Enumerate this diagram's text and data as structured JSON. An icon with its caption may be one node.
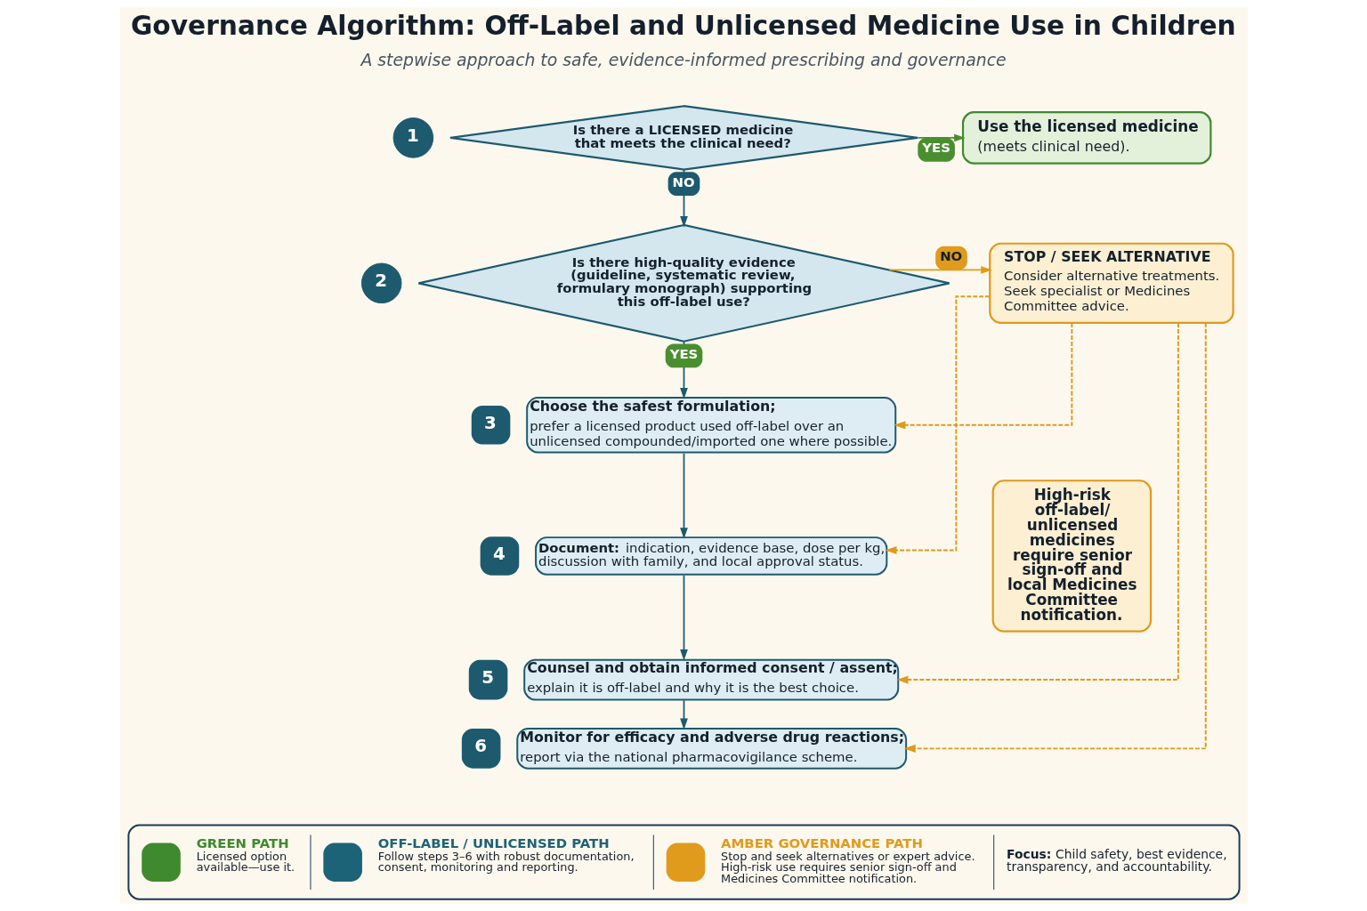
{
  "diagram": {
    "title": "Governance Algorithm: Off-Label and Unlicensed Medicine Use in Children",
    "nodes": [
      {
        "text": [
          "Is there a LICENSED medicine that meets the clinical need?"
        ],
        "beside": [
          "1"
        ]
      },
      {
        "text": [
          "Use the licensed medicine",
          "(meets clinical need)."
        ]
      },
      {
        "text": [
          "Is there high-quality evidence (guideline, systematic review, formulary monograph) supporting this off-label use?"
        ],
        "beside": [
          "2"
        ]
      },
      {
        "text": [
          "STOP / SEEK ALTERNATIVE",
          "Consider alternative treatments. Seek specialist or Medicines Committee advice."
        ]
      },
      {
        "text": [
          "Choose the safest formulation;",
          "prefer a licensed product used off-label over an unlicensed compounded/imported one where possible."
        ],
        "beside": [
          "3"
        ]
      },
      {
        "text": [
          "**Document:** indication, evidence base, dose per kg, discussion with family, and local approval status."
        ],
        "beside": [
          "4"
        ]
      },
      {
        "text": [
          "Counsel and obtain informed consent / assent;",
          "explain it is off-label and why it is the best choice."
        ],
        "beside": [
          "5"
        ]
      },
      {
        "text": [
          "Monitor for efficacy and adverse drug reactions;",
          "report via the national pharmacovigilance scheme."
        ],
        "beside": [
          "6"
        ]
      },
      {
        "text": [
          "High-risk off-label/ unlicensed medicines require senior sign-off and local Medicines Committee notification."
        ]
      }
    ],
    "edges": [
      {
        "from": 0,
        "to": 1,
        "arrow": "to",
        "label": "YES",
        "color": "#4a8f2f"
      },
      {
        "from": 0,
        "to": 2,
        "arrow": "to",
        "label": "NO"
      },
      {
        "from": 2,
        "to": 3,
        "arrow": "to",
        "label": "NO",
        "color": "#e09a1c"
      },
      {
        "from": 2,
        "to": 4,
        "arrow": "to",
        "label": "YES"
      },
      {
        "from": 4,
        "to": 5,
        "arrow": "to"
      },
      {
        "from": 5,
        "to": 6,
        "arrow": "to"
      },
      {
        "from": 6,
        "to": 7,
        "arrow": "to"
      },
      {
        "from": 3,
        "to": 4,
        "arrow": "to",
        "style": "dashed",
        "color": "#e09a1c"
      },
      {
        "from": 3,
        "to": 5,
        "arrow": "to",
        "style": "dashed",
        "color": "#e09a1c"
      },
      {
        "from": 3,
        "to": 6,
        "arrow": "to",
        "style": "dashed",
        "color": "#e09a1c"
      },
      {
        "from": 3,
        "to": 7,
        "arrow": "to",
        "style": "dashed",
        "color": "#e09a1c"
      }
    ],
    "labels": [
      "A stepwise approach to safe, evidence-informed prescribing and governance",
      "Licensed option available—use it.",
      "Follow steps 3–6 with robust documentation, consent, monitoring and reporting.",
      "Stop and seek alternatives or expert advice. High-risk use requires senior sign-off and Medicines Committee notification.",
      "**Focus:** Child safety, best evidence, transparency, and accountability."
    ],
    "legend": [
      {
        "text": "GREEN PATH",
        "color": "#3f8a2e"
      },
      {
        "text": "OFF-LABEL / UNLICENSED PATH",
        "color": "#1d6378"
      },
      {
        "text": "AMBER GOVERNANCE PATH",
        "color": "#e09a1c"
      }
    ]
  }
}
